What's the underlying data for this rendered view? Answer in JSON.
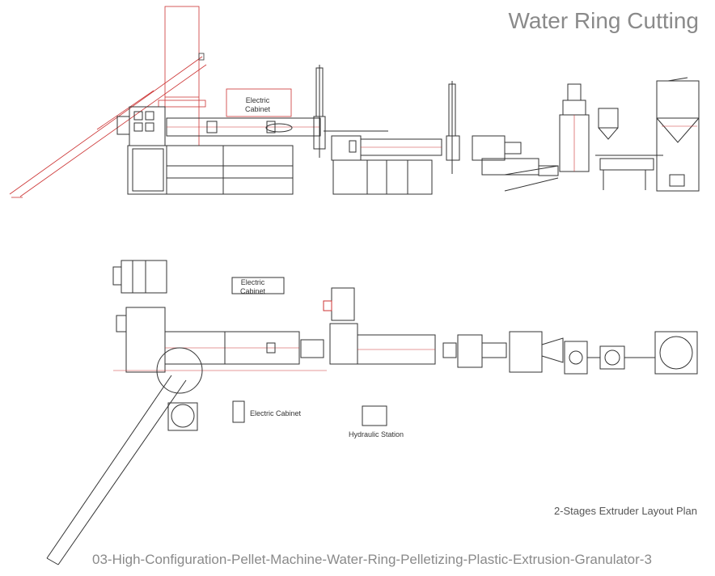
{
  "title": "Water Ring Cutting",
  "plan_label": "2-Stages Extruder Layout Plan",
  "footer": "03-High-Configuration-Pellet-Machine-Water-Ring-Pelletizing-Plastic-Extrusion-Granulator-3",
  "labels": {
    "side_electric_cabinet_line1": "Electric",
    "side_electric_cabinet_line2": "Cabinet",
    "plan_electric_cabinet_line1": "Electric",
    "plan_electric_cabinet_line2": "Cabinet",
    "electric_cabinet": "Electric Cabinet",
    "hydraulic_station": "Hydraulic Station"
  },
  "colors": {
    "line": "#333333",
    "accent": "#cc3333",
    "title": "#8a8a8a"
  }
}
